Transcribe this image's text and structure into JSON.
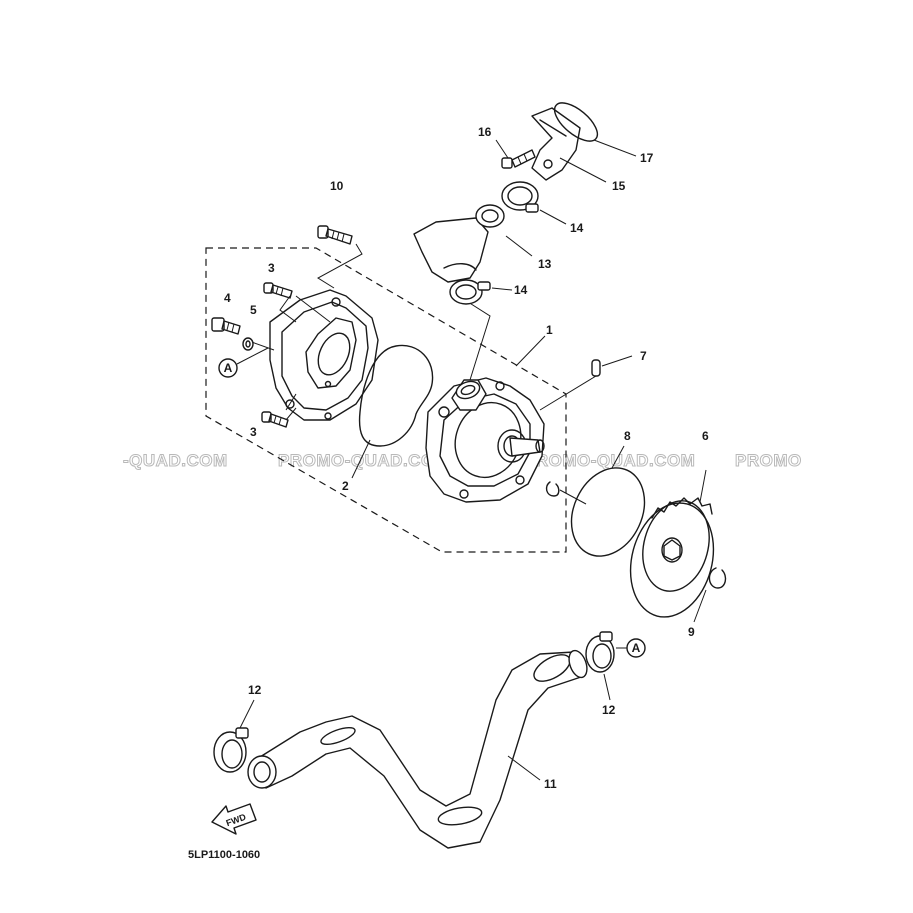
{
  "diagram": {
    "code": "5LP1100-1060",
    "fwd_label": "FWD",
    "ref_marker": "A",
    "watermarks": [
      "-QUAD.COM",
      "PROMO-QUAD.COM",
      "PROMO-QUAD.COM",
      "PROMO"
    ],
    "callouts": {
      "c1": "1",
      "c2": "2",
      "c3a": "3",
      "c3b": "3",
      "c4": "4",
      "c5": "5",
      "c6": "6",
      "c7": "7",
      "c8": "8",
      "c9": "9",
      "c10": "10",
      "c11": "11",
      "c12a": "12",
      "c12b": "12",
      "c13": "13",
      "c14a": "14",
      "c14b": "14",
      "c15": "15",
      "c16": "16",
      "c17": "17"
    }
  }
}
